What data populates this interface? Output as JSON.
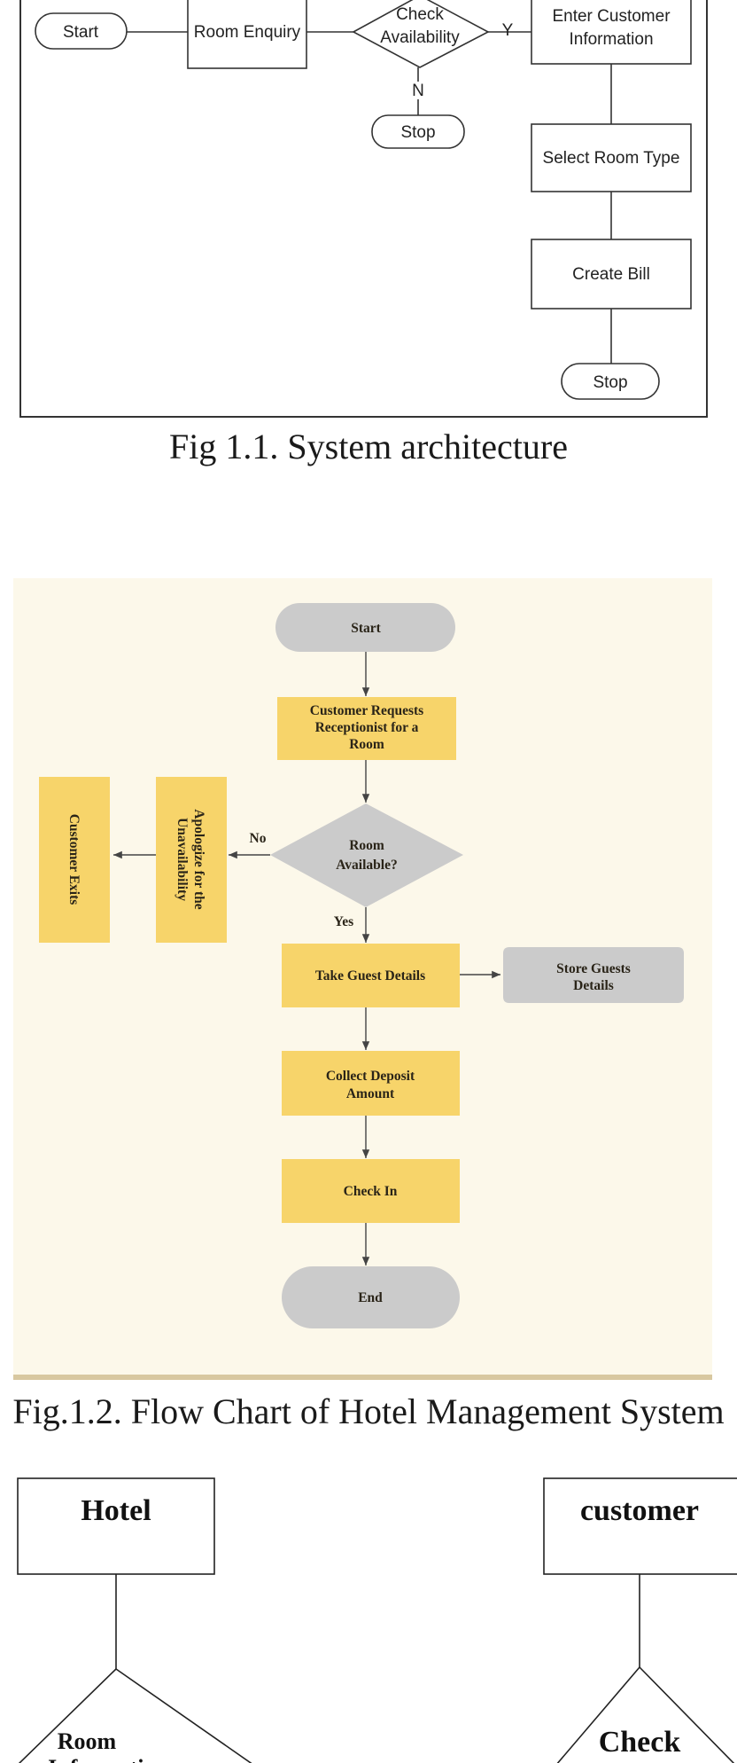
{
  "fig1": {
    "caption": "Fig 1.1. System architecture",
    "nodes": {
      "start": "Start",
      "room_enquiry": "Room Enquiry",
      "check_availability": [
        "Check",
        "Availability"
      ],
      "enter_customer": [
        "Enter Customer",
        "Information"
      ],
      "stop_no": "Stop",
      "select_room": "Select Room Type",
      "create_bill": "Create Bill",
      "stop_end": "Stop"
    },
    "edge_labels": {
      "yes": "Y",
      "no": "N"
    }
  },
  "fig2": {
    "caption": "Fig.1.2. Flow Chart of Hotel Management System",
    "colors": {
      "background": "#fcf8ea",
      "yellow": "#f7d46a",
      "gray": "#cbcbcb",
      "bottom_rule": "#d8c8a0"
    },
    "nodes": {
      "start": "Start",
      "request": [
        "Customer Requests",
        "Receptionist for a",
        "Room"
      ],
      "decision": [
        "Room",
        "Available?"
      ],
      "apologize": [
        "Apologize for the",
        "Unavailability"
      ],
      "exits": "Customer Exits",
      "take_details": "Take Guest Details",
      "store_details": [
        "Store Guests",
        "Details"
      ],
      "deposit": [
        "Collect Deposit",
        "Amount"
      ],
      "check_in": "Check In",
      "end": "End"
    },
    "edge_labels": {
      "no": "No",
      "yes": "Yes"
    }
  },
  "fig3": {
    "nodes": {
      "hotel": "Hotel",
      "customer": "customer",
      "room_info": [
        "Room",
        "Information"
      ],
      "check": "Check"
    }
  }
}
